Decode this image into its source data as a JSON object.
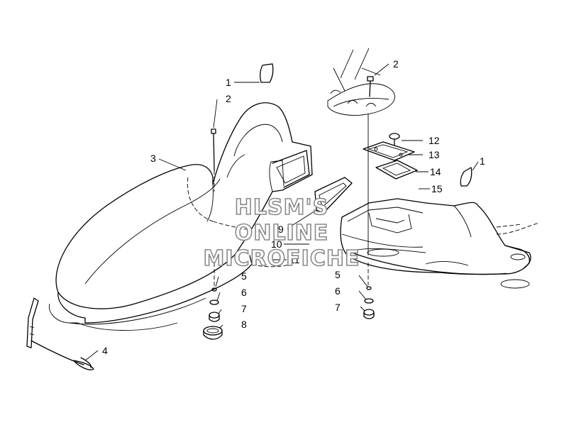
{
  "watermark": {
    "line1": "HLSM'S",
    "line2": "ONLINE",
    "line3": "MICROFICHE"
  },
  "callouts": {
    "c1a": "1",
    "c2a": "2",
    "c2b": "2",
    "c3": "3",
    "c4": "4",
    "c5a": "5",
    "c6a": "6",
    "c7a": "7",
    "c8": "8",
    "c9": "9",
    "c10": "10",
    "c11": "11",
    "c12": "12",
    "c13": "13",
    "c14": "14",
    "c15": "15",
    "c1b": "1",
    "c5b": "5",
    "c6b": "6",
    "c7b": "7"
  },
  "parts": {
    "seat": "seat-assembly",
    "storage_tray": "storage-tray",
    "latch_plate": "latch-plate",
    "gasket": "gasket",
    "tail_light_lens": "tail-light-lens",
    "handle_grip": "handle-grip"
  },
  "colors": {
    "line": "#000000",
    "watermark": "#8a8a8a",
    "background": "#ffffff"
  }
}
